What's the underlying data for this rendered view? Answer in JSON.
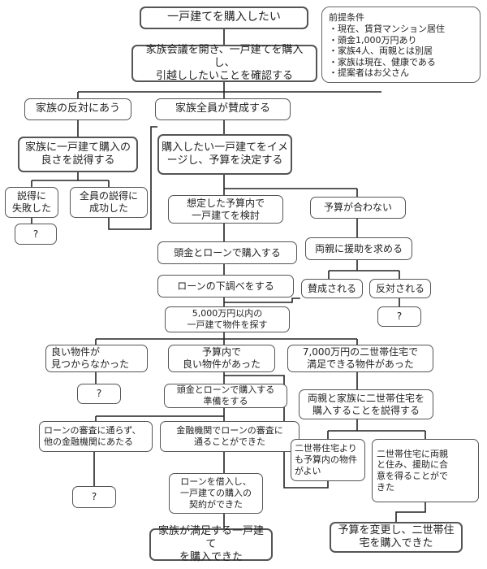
{
  "premise": {
    "title": "前提条件",
    "items": [
      "現在、賃貸マンション居住",
      "頭金1,000万円あり",
      "家族4人、両親とは別居",
      "家族は現在、健康である",
      "提案者はお父さん"
    ]
  },
  "nodes": [
    {
      "id": "n1",
      "text": "一戸建てを購入したい"
    },
    {
      "id": "n2",
      "text": "家族会議を開き、一戸建てを購入し、\n引越ししたいことを確認する"
    },
    {
      "id": "n3",
      "text": "家族の反対にあう"
    },
    {
      "id": "n4",
      "text": "家族全員が賛成する"
    },
    {
      "id": "n5",
      "text": "家族に一戸建て購入の\n良さを説得する"
    },
    {
      "id": "n6",
      "text": "購入したい一戸建てをイメ\nージし、予算を決定する"
    },
    {
      "id": "n7",
      "text": "説得に\n失敗した"
    },
    {
      "id": "n8",
      "text": "全員の説得に\n成功した"
    },
    {
      "id": "n9",
      "text": "想定した予算内で\n一戸建てを検討"
    },
    {
      "id": "n10",
      "text": "予算が合わない"
    },
    {
      "id": "n11",
      "text": "?"
    },
    {
      "id": "n12",
      "text": "頭金とローンで購入する"
    },
    {
      "id": "n13",
      "text": "両親に援助を求める"
    },
    {
      "id": "n14",
      "text": "ローンの下調べをする"
    },
    {
      "id": "n15",
      "text": "賛成される"
    },
    {
      "id": "n16",
      "text": "反対される"
    },
    {
      "id": "n17",
      "text": "5,000万円以内の\n一戸建て物件を探す"
    },
    {
      "id": "n18",
      "text": "?"
    },
    {
      "id": "n19",
      "text": "良い物件が\n見つからなかった"
    },
    {
      "id": "n20",
      "text": "予算内で\n良い物件があった"
    },
    {
      "id": "n21",
      "text": "7,000万円の二世帯住宅で\n満足できる物件があった"
    },
    {
      "id": "n22",
      "text": "?"
    },
    {
      "id": "n23",
      "text": "頭金とローンで購入する\n準備をする"
    },
    {
      "id": "n24",
      "text": "両親と家族に二世帯住宅を\n購入することを説得する"
    },
    {
      "id": "n25",
      "text": "ローンの審査に通らず、\n他の金融機関にあたる"
    },
    {
      "id": "n26",
      "text": "金融機関でローンの審査に\n通ることができた"
    },
    {
      "id": "n27",
      "text": "二世帯住宅より\nも予算内の物件\nがよい"
    },
    {
      "id": "n28",
      "text": "二世帯住宅に両親\nと住み、援助に合\n意を得ることがで\nきた"
    },
    {
      "id": "n29",
      "text": "?"
    },
    {
      "id": "n30",
      "text": "ローンを借入し、\n一戸建ての購入の\n契約ができた"
    },
    {
      "id": "n31",
      "text": "家族が満足する一戸建て\nを購入できた"
    },
    {
      "id": "n32",
      "text": "予算を変更し、二世帯住\n宅を購入できた"
    }
  ]
}
